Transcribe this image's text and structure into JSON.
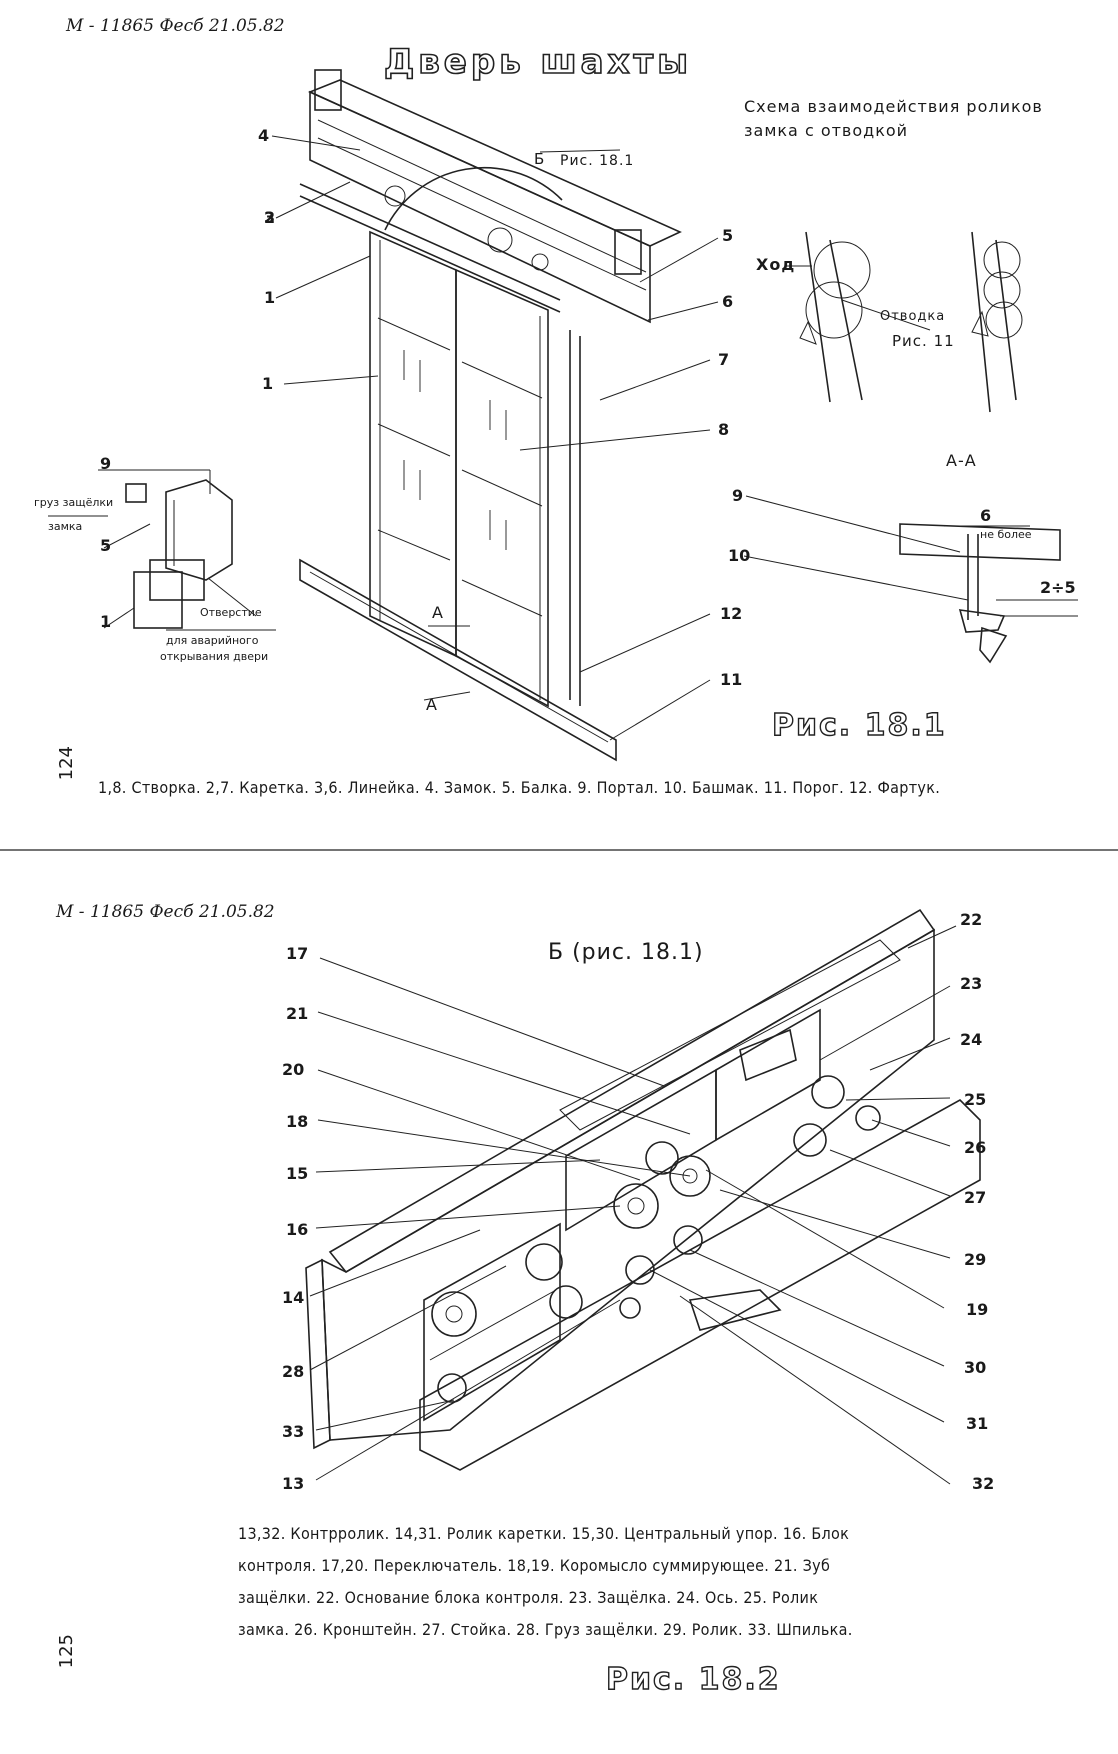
{
  "page1": {
    "handwritten_ref": "М - 11865  Фесб  21.05.82",
    "title": "Дверь шахты",
    "schema_title_line1": "Схема взаимодействия роликов",
    "schema_title_line2": "замка с отводкой",
    "ref_b": "Б",
    "ref_fig_18_1": "Рис. 18.1",
    "label_khod": "Ход",
    "label_otvodka": "Отводка",
    "label_ris11": "Рис. 11",
    "section_aa": "А-А",
    "label_a": "А",
    "label_a_prime": "А",
    "dim_6": "6",
    "dim_6_note": "не более",
    "dim_2_5": "2÷5",
    "inset_label_zamok_line1": "груз защёлки",
    "inset_label_zamok_line2": "замка",
    "inset_hole_line1": "Отверстие",
    "inset_hole_line2": "для аварийного",
    "inset_hole_line3": "открывания двери",
    "callouts": [
      "1",
      "2",
      "3",
      "4",
      "5",
      "6",
      "7",
      "8",
      "9",
      "10",
      "11",
      "12"
    ],
    "inset_callouts": [
      "9",
      "5",
      "1"
    ],
    "figure_label": "Рис. 18.1",
    "caption": "1,8. Створка. 2,7. Каретка. 3,6. Линейка. 4. Замок. 5. Балка. 9. Портал. 10. Башмак. 11. Порог. 12. Фартук.",
    "page_number": "124"
  },
  "page2": {
    "handwritten_ref": "М - 11865  Фесб  21.05.82",
    "subtitle": "Б (рис. 18.1)",
    "callouts_left": [
      "17",
      "21",
      "20",
      "18",
      "15",
      "16",
      "14",
      "28",
      "33",
      "13"
    ],
    "callouts_right": [
      "22",
      "23",
      "24",
      "25",
      "26",
      "27",
      "29",
      "19",
      "30",
      "31",
      "32"
    ],
    "caption_lines": [
      "13,32. Контрролик. 14,31. Ролик каретки. 15,30. Центральный упор. 16. Блок",
      "контроля. 17,20. Переключатель. 18,19. Коромысло суммирующее. 21. Зуб",
      "защёлки. 22. Основание блока контроля. 23. Защёлка. 24. Ось. 25. Ролик",
      "замка. 26. Кронштейн. 27. Стойка. 28. Груз защёлки. 29. Ролик. 33. Шпилька."
    ],
    "figure_label": "Рис. 18.2",
    "page_number": "125"
  }
}
